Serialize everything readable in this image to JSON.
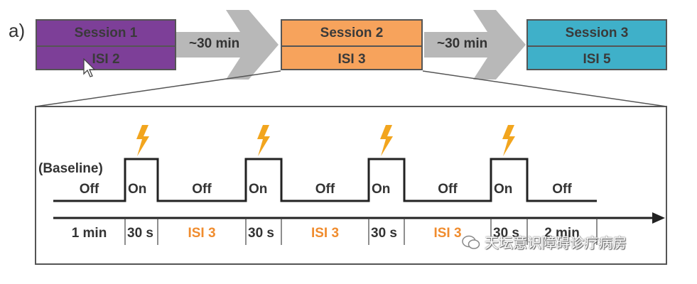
{
  "panel_label": "a)",
  "sessions": [
    {
      "name": "Session 1",
      "isi": "ISI 2",
      "color": "#7d3f98"
    },
    {
      "name": "Session 2",
      "isi": "ISI 3",
      "color": "#f7a35c"
    },
    {
      "name": "Session 3",
      "isi": "ISI 5",
      "color": "#3fb0c9"
    }
  ],
  "gaps": [
    "~30 min",
    "~30 min"
  ],
  "timeline": {
    "baseline_label": "(Baseline)",
    "states": [
      "Off",
      "On",
      "Off",
      "On",
      "Off",
      "On",
      "Off",
      "On",
      "Off"
    ],
    "durations": [
      "1 min",
      "30 s",
      "ISI 3",
      "30 s",
      "ISI 3",
      "30 s",
      "ISI 3",
      "30 s",
      "2 min"
    ],
    "isi_color": "#f08c2e",
    "bolt_color": "#f2a51e"
  },
  "watermark": "天坛意识障碍诊疗病房"
}
